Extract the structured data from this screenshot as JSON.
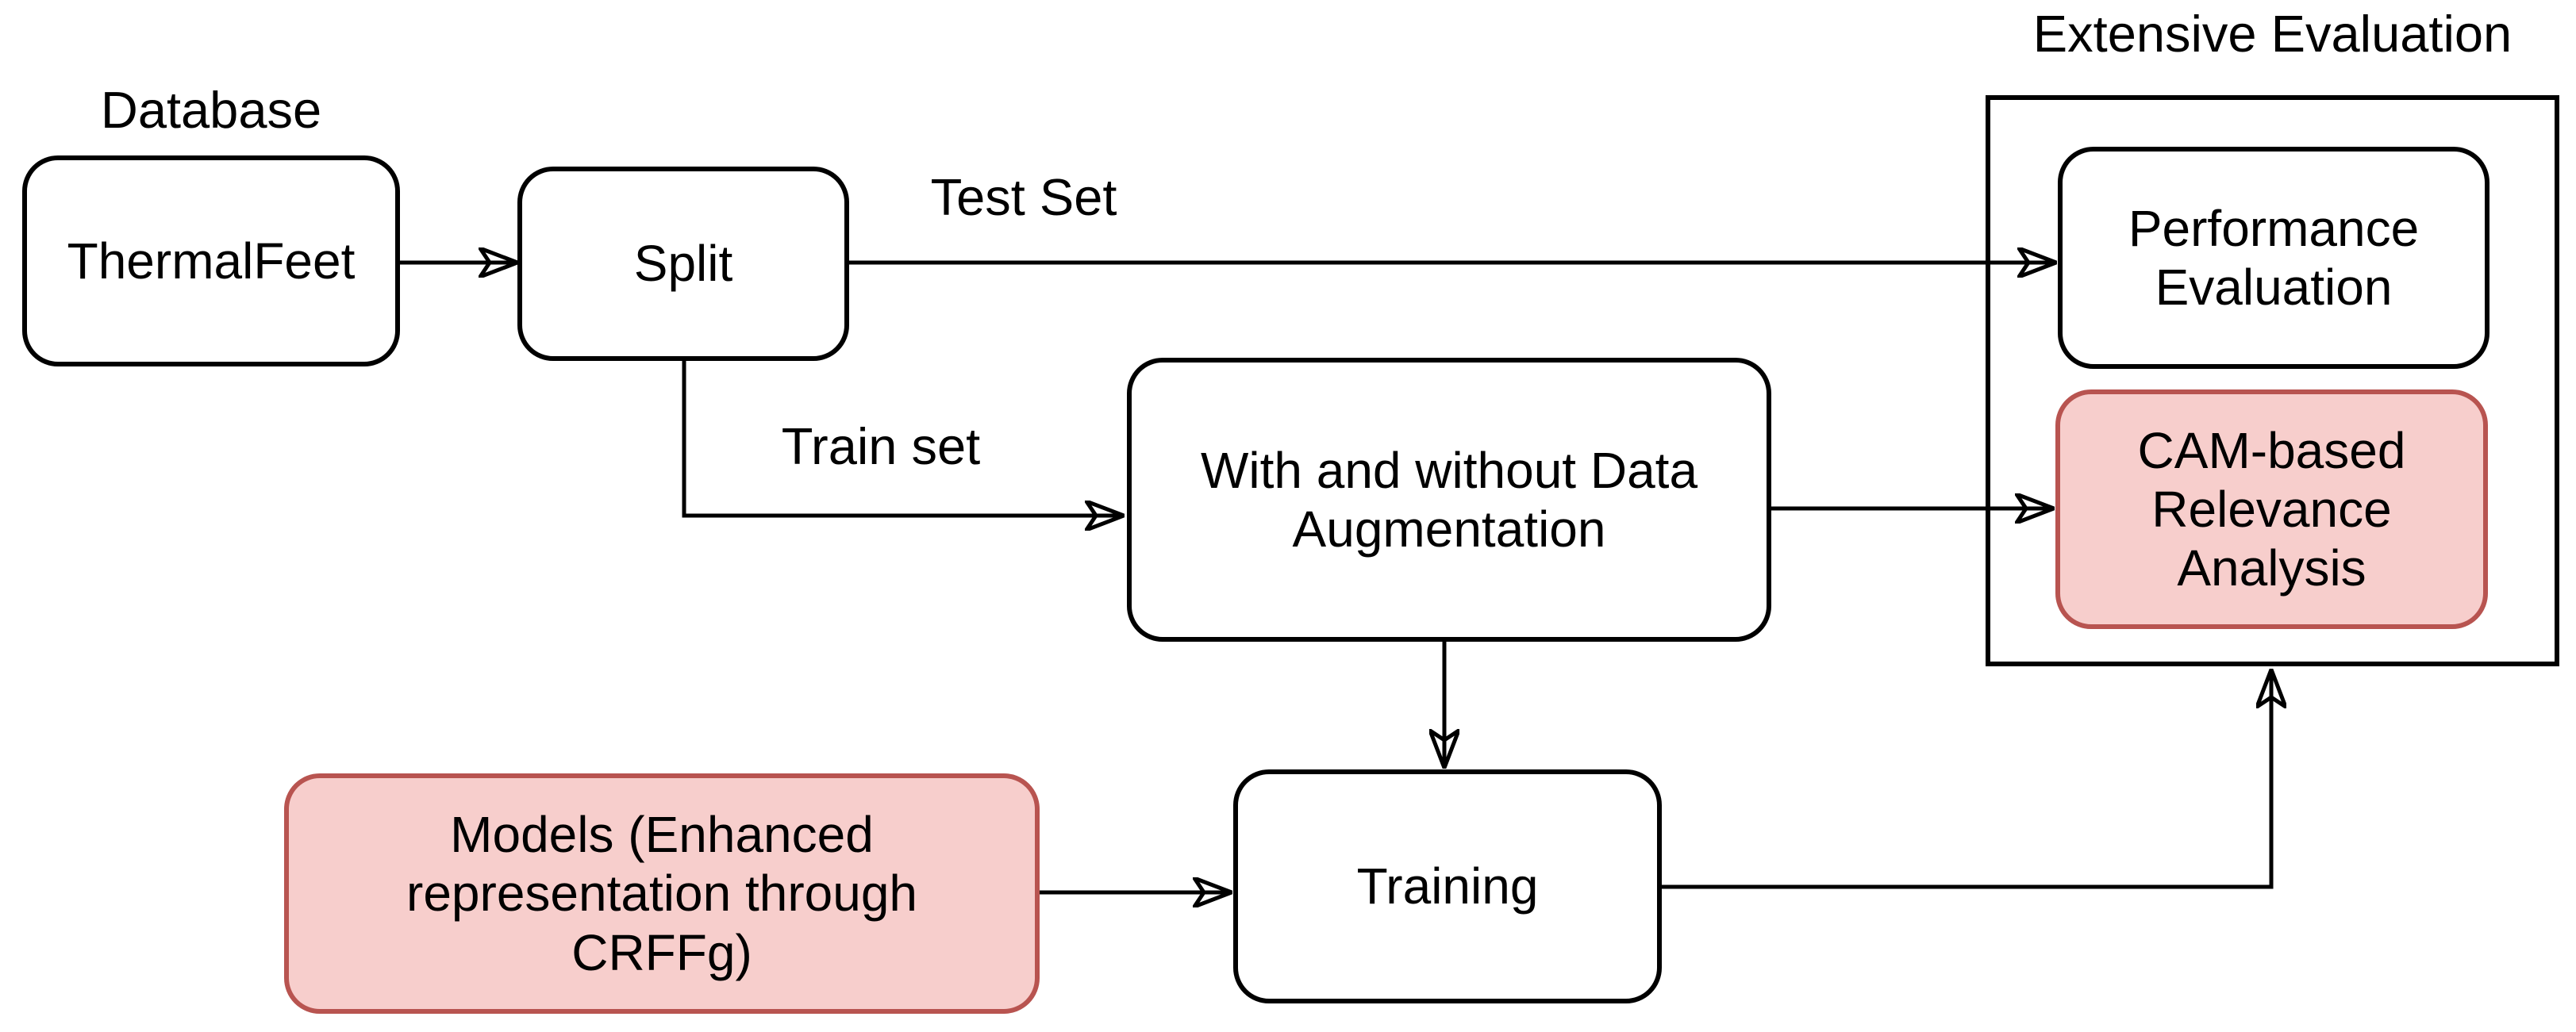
{
  "diagram": {
    "labels": {
      "database": "Database",
      "extensive_evaluation": "Extensive Evaluation",
      "test_set": "Test Set",
      "train_set": "Train set"
    },
    "nodes": {
      "thermalfeet": {
        "label": "ThermalFeet"
      },
      "split": {
        "label": "Split"
      },
      "augmentation": {
        "label": "With and without Data\nAugmentation"
      },
      "training": {
        "label": "Training"
      },
      "models": {
        "label": "Models (Enhanced\nrepresentation through\nCRFFg)"
      },
      "performance_evaluation": {
        "label": "Performance\nEvaluation"
      },
      "cam_analysis": {
        "label": "CAM-based\nRelevance\nAnalysis"
      }
    },
    "colors": {
      "highlight_fill": "#f7cecc",
      "highlight_stroke": "#b85450",
      "node_stroke": "#000000",
      "background": "#ffffff"
    }
  }
}
